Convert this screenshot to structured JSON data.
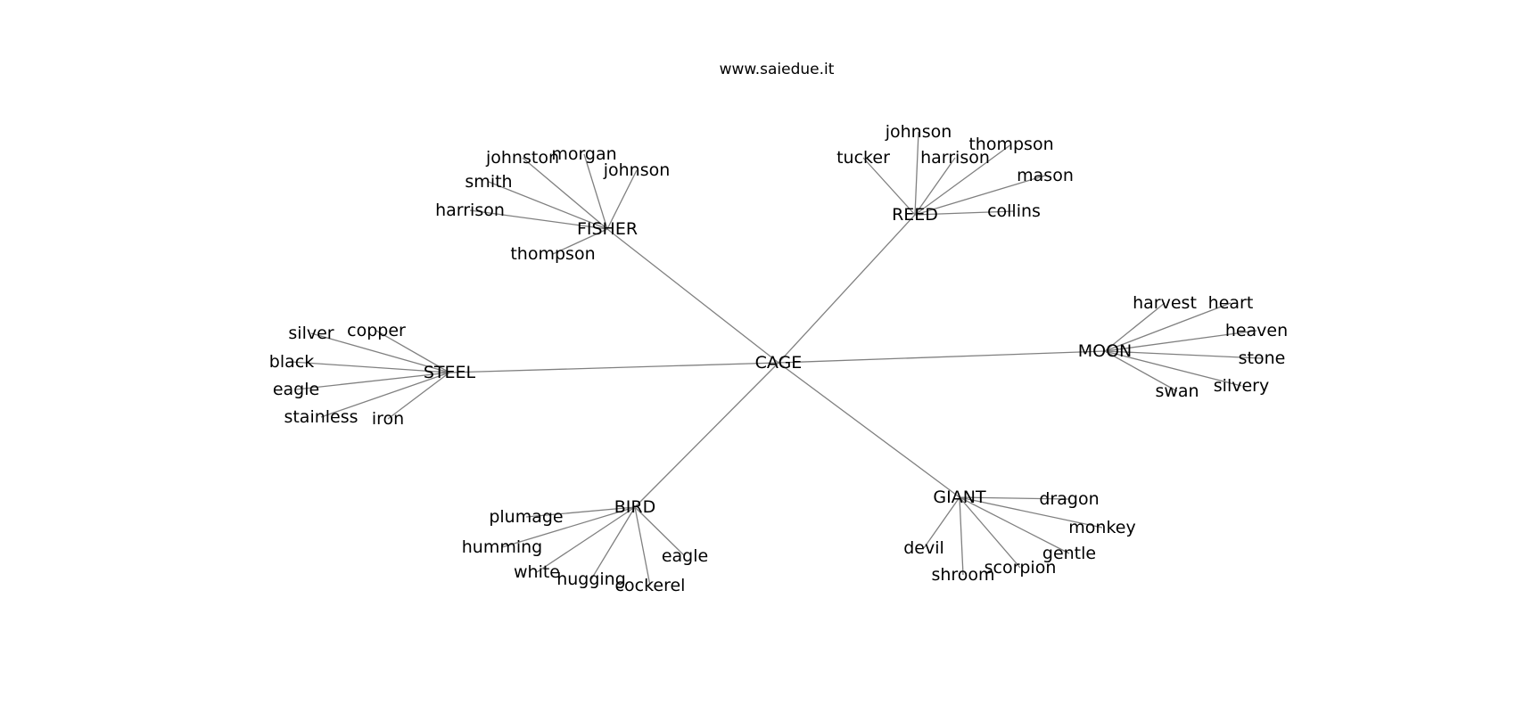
{
  "title": "www.saiedue.it",
  "graph": {
    "center": "CAGE",
    "hubs": [
      {
        "label": "FISHER",
        "leaves": [
          "johnston",
          "morgan",
          "johnson",
          "smith",
          "harrison",
          "thompson"
        ]
      },
      {
        "label": "REED",
        "leaves": [
          "johnson",
          "tucker",
          "harrison",
          "thompson",
          "mason",
          "collins"
        ]
      },
      {
        "label": "STEEL",
        "leaves": [
          "silver",
          "copper",
          "black",
          "eagle",
          "stainless",
          "iron"
        ]
      },
      {
        "label": "MOON",
        "leaves": [
          "harvest",
          "heart",
          "heaven",
          "stone",
          "silvery",
          "swan"
        ]
      },
      {
        "label": "BIRD",
        "leaves": [
          "plumage",
          "humming",
          "white",
          "hugging",
          "cockerel",
          "eagle"
        ]
      },
      {
        "label": "GIANT",
        "leaves": [
          "dragon",
          "monkey",
          "gentle",
          "scorpion",
          "shroom",
          "devil"
        ]
      }
    ]
  }
}
